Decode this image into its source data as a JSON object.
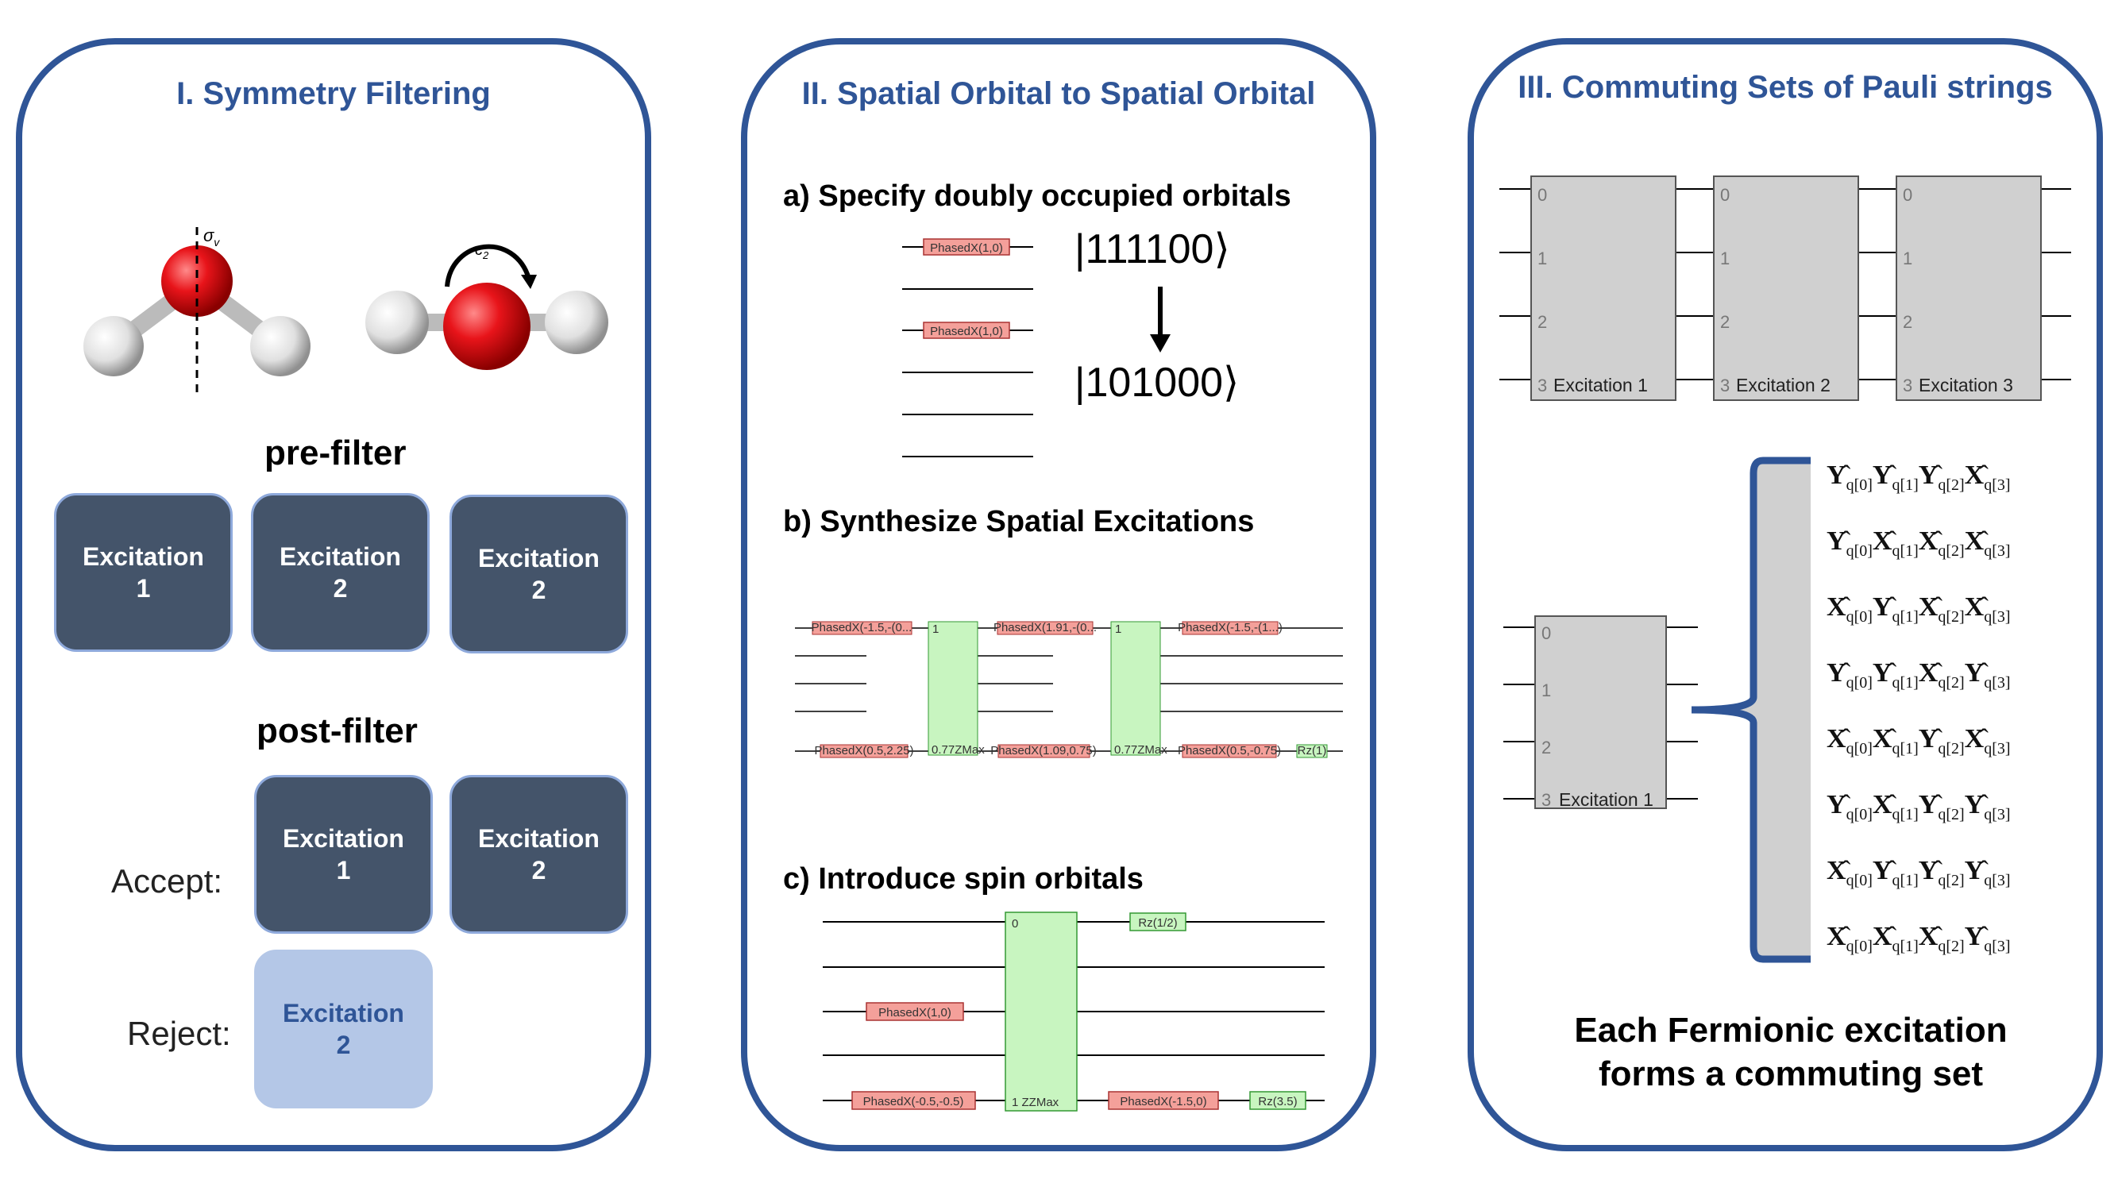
{
  "panel1": {
    "title": "I. Symmetry Filtering",
    "sigma_label": "σ",
    "sigma_sub": "v",
    "c2_label": "c",
    "c2_sub": "2",
    "prefilter_title": "pre-filter",
    "prefilter_cards": [
      {
        "name": "Excitation",
        "num": "1"
      },
      {
        "name": "Excitation",
        "num": "2"
      },
      {
        "name": "Excitation",
        "num": "2"
      }
    ],
    "postfilter_title": "post-filter",
    "accept_label": "Accept:",
    "reject_label": "Reject:",
    "accept_cards": [
      {
        "name": "Excitation",
        "num": "1"
      },
      {
        "name": "Excitation",
        "num": "2"
      }
    ],
    "reject_card": {
      "name": "Excitation",
      "num": "2"
    }
  },
  "panel2": {
    "title": "II. Spatial Orbital to Spatial Orbital",
    "a_title": "a) Specify doubly occupied orbitals",
    "a_gate": "PhasedX(1,0)",
    "ket_initial": "|111100⟩",
    "ket_final": "|101000⟩",
    "b_title": "b) Synthesize Spatial Excitations",
    "b_gates": {
      "r1": [
        "PhasedX(-1.5,-(0...",
        "PhasedX(1.91,-(0...",
        "PhasedX(-1.5,-(1...)"
      ],
      "r5": [
        "PhasedX(0.5,2.25)",
        "PhasedX(1.09,0.75)",
        "PhasedX(0.5,-0.75)",
        "Rz(1)"
      ],
      "zz_top": "1",
      "zz_bottom": "0.77ZMax"
    },
    "c_title": "c) Introduce spin orbitals",
    "c_gates": {
      "phased_w2": "PhasedX(1,0)",
      "phased_w4_a": "PhasedX(-0.5,-0.5)",
      "phased_w4_b": "PhasedX(-1.5,0)",
      "rz_top": "Rz(1/2)",
      "rz_bottom": "Rz(3.5)",
      "zz_top": "0",
      "zz_bottom": "1 ZZMax"
    }
  },
  "panel3": {
    "title": "III. Commuting Sets of Pauli strings",
    "box_ports": [
      "0",
      "1",
      "2",
      "3"
    ],
    "boxes": [
      "Excitation 1",
      "Excitation 2",
      "Excitation 3"
    ],
    "single_box": "Excitation 1",
    "pauli_strings": [
      [
        "Y",
        "Y",
        "Y",
        "X"
      ],
      [
        "Y",
        "X",
        "X",
        "X"
      ],
      [
        "X",
        "Y",
        "X",
        "X"
      ],
      [
        "Y",
        "Y",
        "X",
        "Y"
      ],
      [
        "X",
        "X",
        "Y",
        "X"
      ],
      [
        "Y",
        "X",
        "Y",
        "Y"
      ],
      [
        "X",
        "Y",
        "Y",
        "Y"
      ],
      [
        "X",
        "X",
        "X",
        "Y"
      ]
    ],
    "qubit_symbol": "q",
    "indices": [
      "[0]",
      "[1]",
      "[2]",
      "[3]"
    ],
    "caption_line1": "Each Fermionic excitation",
    "caption_line2": "forms a commuting set"
  },
  "colors": {
    "panel_border": "#2f5597",
    "card_dark": "#44546a",
    "card_reject": "#b4c7e7",
    "gate_red": "#f4a09a",
    "gate_green": "#c8f5c0",
    "box_gray": "#d0d0d0",
    "atom_red": "#e8141a",
    "atom_white": "#e6e6e6"
  }
}
